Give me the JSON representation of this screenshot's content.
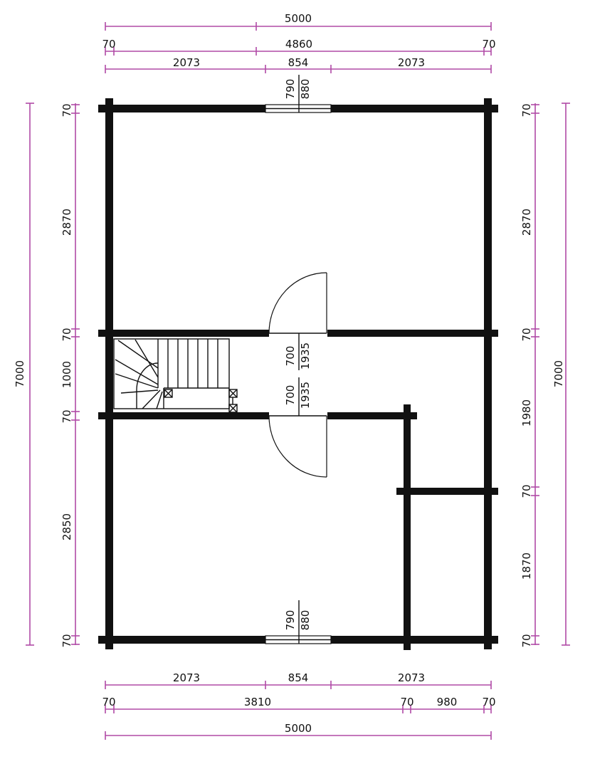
{
  "colors": {
    "dimension": "#b04aa6",
    "wall": "#111111",
    "background": "#ffffff"
  },
  "dimensions": {
    "top_total": "5000",
    "top_row2_left": "70",
    "top_row2_mid": "4860",
    "top_row2_right": "70",
    "top_row3_left": "2073",
    "top_row3_mid": "854",
    "top_row3_right": "2073",
    "bottom_row1_left": "2073",
    "bottom_row1_mid": "854",
    "bottom_row1_right": "2073",
    "bottom_row2_a": "70",
    "bottom_row2_b": "3810",
    "bottom_row2_c": "70",
    "bottom_row2_d": "980",
    "bottom_row2_e": "70",
    "bottom_total": "5000",
    "left_total": "7000",
    "left_seg": [
      "70",
      "2870",
      "70",
      "1000",
      "70",
      "2850",
      "70"
    ],
    "right_total": "7000",
    "right_seg": [
      "70",
      "2870",
      "70",
      "1980",
      "70",
      "1870",
      "70"
    ]
  },
  "openings": {
    "top_window_a": "790",
    "top_window_b": "880",
    "door_upper_a": "700",
    "door_upper_b": "1935",
    "door_lower_a": "700",
    "door_lower_b": "1935",
    "bottom_window_a": "790",
    "bottom_window_b": "880"
  }
}
